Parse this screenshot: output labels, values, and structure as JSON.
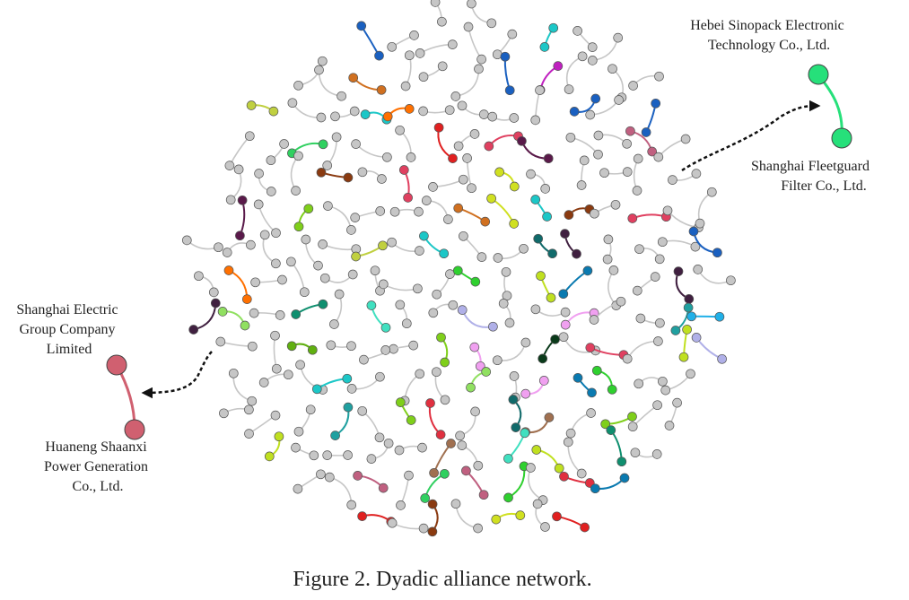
{
  "caption": "Figure 2.    Dyadic alliance network.",
  "callouts": {
    "top_right": {
      "firm_a": [
        "Hebei Sinopack Electronic",
        "Technology Co., Ltd."
      ],
      "firm_b": [
        "Shanghai Fleetguard",
        "Filter Co., Ltd."
      ],
      "color": "#26e07a"
    },
    "left": {
      "firm_a": [
        "Shanghai Electric",
        "Group Company",
        "Limited"
      ],
      "firm_b": [
        "Huaneng Shaanxi",
        "Power Generation",
        "Co., Ltd."
      ],
      "color": "#d06070"
    }
  },
  "node_colors": {
    "default": "#c6c6c6",
    "palette": [
      "#e8b800",
      "#7fcf1a",
      "#6b8f6b",
      "#1cc7c7",
      "#6b7f00",
      "#0f8f6f",
      "#20b0e8",
      "#b0b0e8",
      "#d07020",
      "#2fd02f",
      "#c0d040",
      "#7060c0",
      "#0a3a1a",
      "#8a3a10",
      "#d0e020",
      "#90e060",
      "#e03040",
      "#1a60c0",
      "#40e0c0",
      "#f0a0f0",
      "#e050b0",
      "#a07050",
      "#207040",
      "#20a0a0",
      "#60b010",
      "#c0e020",
      "#e04060",
      "#3a3a8a",
      "#a060a0",
      "#ff7000",
      "#5a1a4a",
      "#c020c0",
      "#402040",
      "#2a6a8a",
      "#30d060",
      "#d03070",
      "#106a6a",
      "#f0a060",
      "#c06080",
      "#e02020",
      "#4aa0e0",
      "#0a7ab0",
      "#9a2a1a"
    ]
  }
}
